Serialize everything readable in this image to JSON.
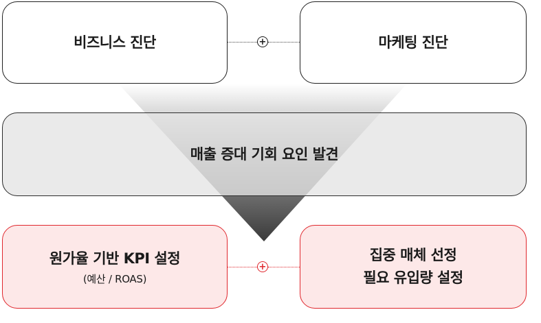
{
  "top": {
    "left_label": "비즈니스 진단",
    "right_label": "마케팅 진단",
    "joiner_symbol": "+"
  },
  "middle": {
    "label": "매출 증대 기회 요인 발견"
  },
  "bottom": {
    "left_label": "원가율 기반 KPI 설정",
    "left_sublabel": "(예산 / ROAS)",
    "right_line1": "집중 매체 선정",
    "right_line2": "필요 유입량 설정",
    "joiner_symbol": "+"
  },
  "colors": {
    "accent": "#e0262c",
    "accent_fill": "#fde8e8",
    "neutral_fill": "#e4e4e4",
    "border": "#1f1f1f"
  }
}
